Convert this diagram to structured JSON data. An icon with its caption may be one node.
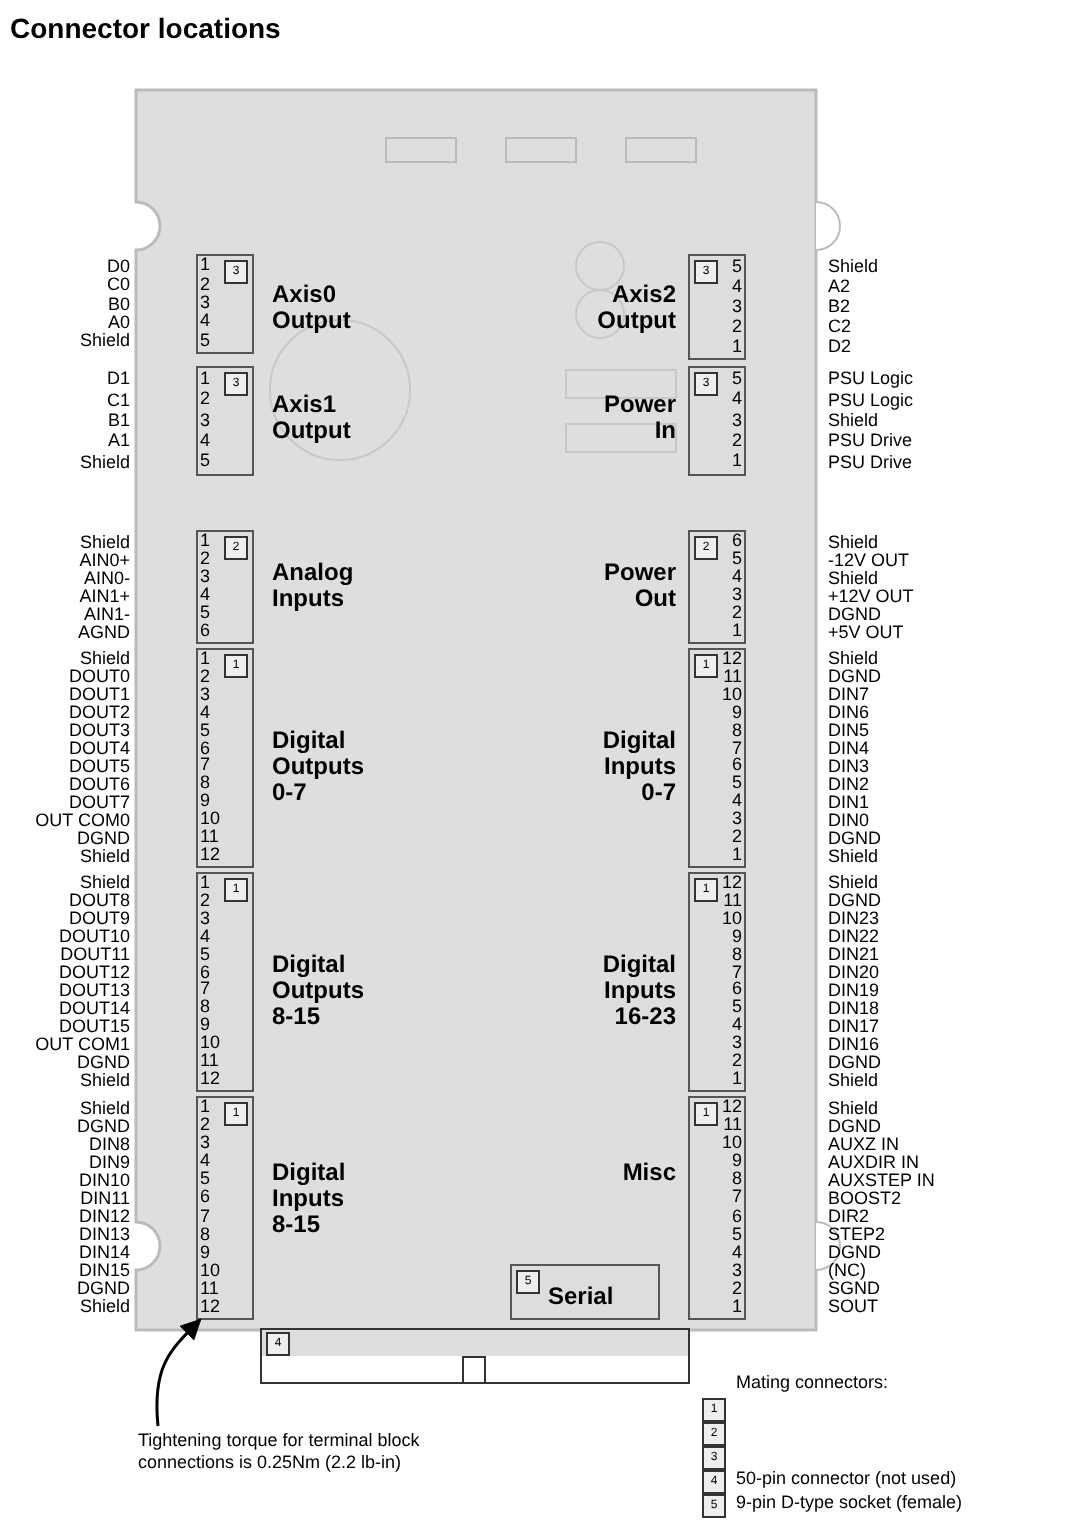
{
  "diagram": {
    "title": "Connector locations",
    "nodes": [
      {
        "text": [],
        "shape": "box"
      },
      {
        "text": [
          "Axis0 Output",
          "3",
          "1",
          "2",
          "3",
          "4",
          "5"
        ],
        "in": 0,
        "beside": [
          "D0",
          "C0",
          "B0",
          "A0",
          "Shield"
        ]
      },
      {
        "text": [
          "Axis2 Output",
          "3",
          "5",
          "4",
          "3",
          "2",
          "1"
        ],
        "in": 0,
        "beside": [
          "Shield",
          "A2",
          "B2",
          "C2",
          "D2"
        ]
      },
      {
        "text": [
          "Axis1 Output",
          "3",
          "1",
          "2",
          "3",
          "4",
          "5"
        ],
        "in": 0,
        "beside": [
          "D1",
          "C1",
          "B1",
          "A1",
          "Shield"
        ]
      },
      {
        "text": [
          "Power In",
          "3",
          "5",
          "4",
          "3",
          "2",
          "1"
        ],
        "in": 0,
        "beside": [
          "PSU Logic",
          "PSU Logic",
          "Shield",
          "PSU Drive",
          "PSU Drive"
        ]
      },
      {
        "text": [
          "Analog Inputs",
          "2",
          "1",
          "2",
          "3",
          "4",
          "5",
          "6"
        ],
        "in": 0,
        "beside": [
          "Shield",
          "AIN0+",
          "AIN0-",
          "AIN1+",
          "AIN1-",
          "AGND"
        ]
      },
      {
        "text": [
          "Power Out",
          "2",
          "6",
          "5",
          "4",
          "3",
          "2",
          "1"
        ],
        "in": 0,
        "beside": [
          "Shield",
          "-12V OUT",
          "Shield",
          "+12V OUT",
          "DGND",
          "+5V OUT"
        ]
      },
      {
        "text": [
          "Digital Outputs 0-7",
          "1",
          "1",
          "2",
          "3",
          "4",
          "5",
          "6",
          "7",
          "8",
          "9",
          "10",
          "11",
          "12"
        ],
        "in": 0,
        "beside": [
          "Shield",
          "DOUT0",
          "DOUT1",
          "DOUT2",
          "DOUT3",
          "DOUT4",
          "DOUT5",
          "DOUT6",
          "DOUT7",
          "OUT COM0",
          "DGND",
          "Shield"
        ]
      },
      {
        "text": [
          "Digital Inputs 0-7",
          "1",
          "12",
          "11",
          "10",
          "9",
          "8",
          "7",
          "6",
          "5",
          "4",
          "3",
          "2",
          "1"
        ],
        "in": 0,
        "beside": [
          "Shield",
          "DGND",
          "DIN7",
          "DIN6",
          "DIN5",
          "DIN4",
          "DIN3",
          "DIN2",
          "DIN1",
          "DIN0",
          "DGND",
          "Shield"
        ]
      },
      {
        "text": [
          "Digital Outputs 8-15",
          "1",
          "1",
          "2",
          "3",
          "4",
          "5",
          "6",
          "7",
          "8",
          "9",
          "10",
          "11",
          "12"
        ],
        "in": 0,
        "beside": [
          "Shield",
          "DOUT8",
          "DOUT9",
          "DOUT10",
          "DOUT11",
          "DOUT12",
          "DOUT13",
          "DOUT14",
          "DOUT15",
          "OUT COM1",
          "DGND",
          "Shield"
        ]
      },
      {
        "text": [
          "Digital Inputs 16-23",
          "1",
          "12",
          "11",
          "10",
          "9",
          "8",
          "7",
          "6",
          "5",
          "4",
          "3",
          "2",
          "1"
        ],
        "in": 0,
        "beside": [
          "Shield",
          "DGND",
          "DIN23",
          "DIN22",
          "DIN21",
          "DIN20",
          "DIN19",
          "DIN18",
          "DIN17",
          "DIN16",
          "DGND",
          "Shield"
        ]
      },
      {
        "text": [
          "Digital Inputs 8-15",
          "1",
          "1",
          "2",
          "3",
          "4",
          "5",
          "6",
          "7",
          "8",
          "9",
          "10",
          "11",
          "12"
        ],
        "in": 0,
        "beside": [
          "Shield",
          "DGND",
          "DIN8",
          "DIN9",
          "DIN10",
          "DIN11",
          "DIN12",
          "DIN13",
          "DIN14",
          "DIN15",
          "DGND",
          "Shield"
        ]
      },
      {
        "text": [
          "Misc",
          "1",
          "12",
          "11",
          "10",
          "9",
          "8",
          "7",
          "6",
          "5",
          "4",
          "3",
          "2",
          "1"
        ],
        "in": 0,
        "beside": [
          "Shield",
          "DGND",
          "AUXZ IN",
          "AUXDIR IN",
          "AUXSTEP IN",
          "BOOST2",
          "DIR2",
          "STEP2",
          "DGND",
          "(NC)",
          "SGND",
          "SOUT"
        ]
      },
      {
        "text": [
          "5",
          "Serial"
        ],
        "in": 0
      },
      {
        "text": [
          "4"
        ]
      },
      {
        "text": [
          "1"
        ]
      },
      {
        "text": [
          "2"
        ]
      },
      {
        "text": [
          "3"
        ]
      },
      {
        "text": [
          "4"
        ]
      },
      {
        "text": [
          "5"
        ]
      },
      {
        "text": [
          "Tightening torque for terminal block connections is 0.25Nm (2.2 lb-in)"
        ]
      }
    ],
    "edges": [
      {
        "from": 20,
        "to": 11,
        "arrow": "to"
      }
    ],
    "labels": [
      "Mating connectors:",
      "50-pin connector (not used)",
      "9-pin D-type socket (female)"
    ]
  }
}
